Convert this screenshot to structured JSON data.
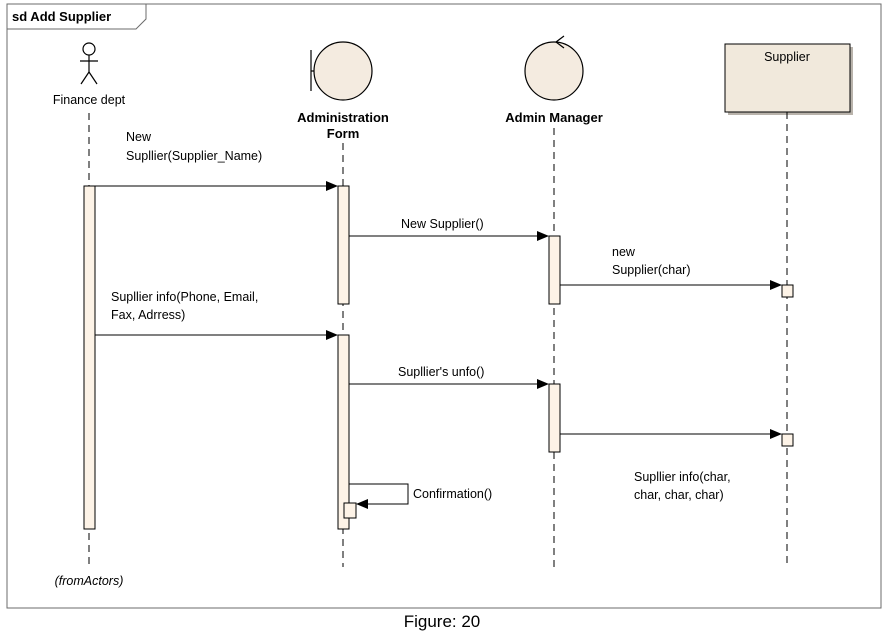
{
  "frame": {
    "title": "sd Add Supplier"
  },
  "lifelines": {
    "finance": {
      "name": "Finance dept",
      "note": "(fromActors)"
    },
    "admin_form": {
      "name_line1": "Administration",
      "name_line2": "Form"
    },
    "admin_manager": {
      "name": "Admin Manager"
    },
    "supplier": {
      "name": "Supplier"
    }
  },
  "messages": {
    "m1": {
      "line1": "New",
      "line2": "Supllier(Supplier_Name)"
    },
    "m2": {
      "text": "New Supplier()"
    },
    "m3": {
      "line1": "new",
      "line2": "Supplier(char)"
    },
    "m4": {
      "line1": "Supllier info(Phone, Email,",
      "line2": "Fax, Adrress)"
    },
    "m5": {
      "text": "Supllier's unfo()"
    },
    "m6": {
      "line1": "Supllier info(char,",
      "line2": "char, char, char)"
    },
    "m7": {
      "text": "Confirmation()"
    }
  },
  "caption": "Figure: 20",
  "colors": {
    "activation_fill": "#fdf3e7",
    "supplier_fill": "#f1e9dc",
    "stroke": "#000000"
  }
}
